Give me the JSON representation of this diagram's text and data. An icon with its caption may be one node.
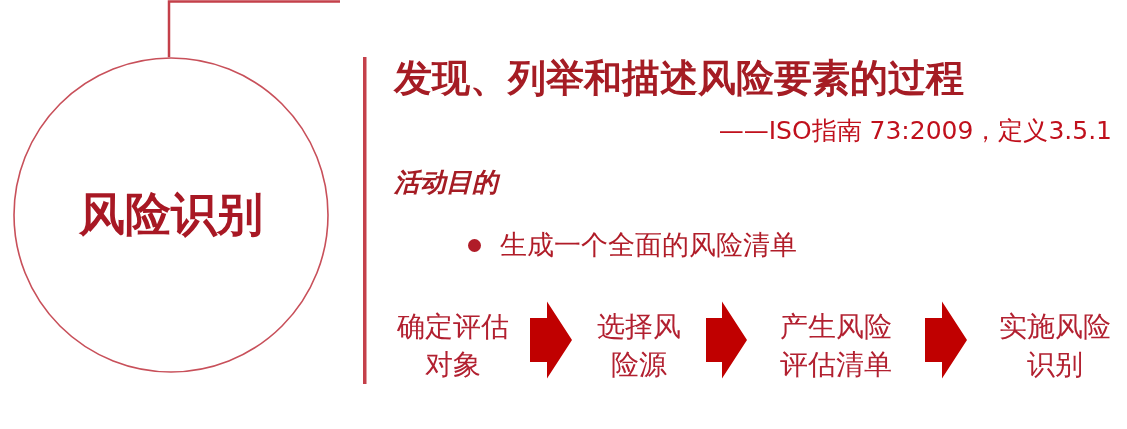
{
  "diagram": {
    "nodes": [
      {
        "text": [
          "风险识别"
        ]
      },
      {
        "text": [
          "确定评估对象"
        ]
      },
      {
        "text": [
          "选择风险源"
        ]
      },
      {
        "text": [
          "产生风险评估清单"
        ]
      },
      {
        "text": [
          "实施风险识别"
        ]
      }
    ],
    "edges": [
      {
        "from": 0,
        "to": null,
        "arrow": "none",
        "color": "#c4404a"
      },
      {
        "from": 1,
        "to": 2,
        "arrow": "to",
        "style": "thick"
      },
      {
        "from": 2,
        "to": 3,
        "arrow": "to",
        "style": "thick"
      },
      {
        "from": 3,
        "to": 4,
        "arrow": "to",
        "style": "thick"
      }
    ],
    "labels": [
      "发现、列举和描述风险要素的过程",
      "——ISO指南 73:2009，定义3.5.1",
      "活动目的",
      "生成一个全面的风险清单"
    ]
  }
}
